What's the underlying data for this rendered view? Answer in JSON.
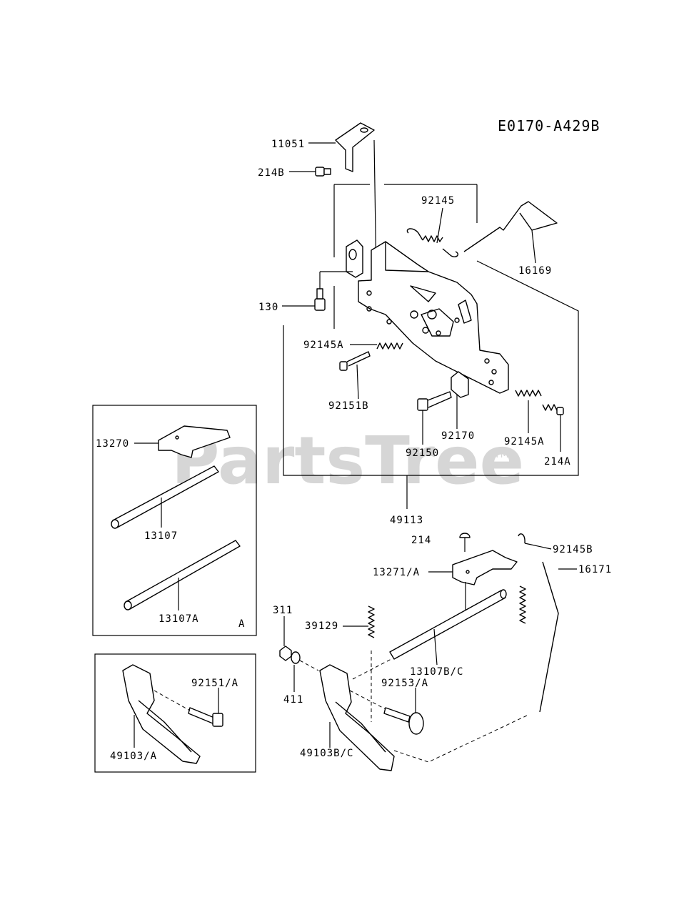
{
  "diagram_code": "E0170-A429B",
  "watermark": "PartsTree",
  "watermark_tm": "TM",
  "parts": {
    "p11051": "11051",
    "p214B": "214B",
    "p92145": "92145",
    "p16169": "16169",
    "p130": "130",
    "p92145A_top": "92145A",
    "p92151B": "92151B",
    "p92150": "92150",
    "p92170": "92170",
    "p92145A_right": "92145A",
    "p214A": "214A",
    "p49113": "49113",
    "p13270": "13270",
    "p13107": "13107",
    "p13107A": "13107A",
    "inset_A": "A",
    "p214": "214",
    "p92145B": "92145B",
    "p16171": "16171",
    "p13271A": "13271/A",
    "p311": "311",
    "p39129": "39129",
    "p13107BC": "13107B/C",
    "p92153A": "92153/A",
    "p411": "411",
    "p49103BC": "49103B/C",
    "p92151A": "92151/A",
    "p49103A": "49103/A"
  }
}
